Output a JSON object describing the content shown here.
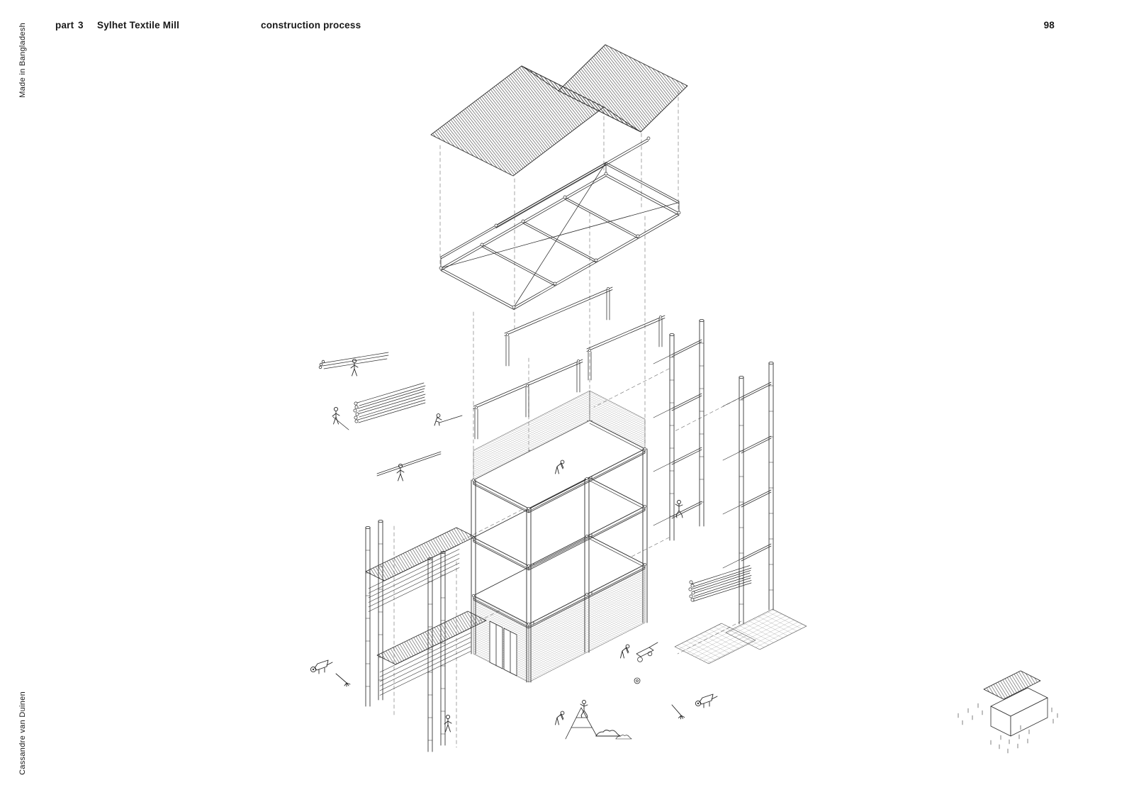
{
  "colors": {
    "paper": "#ffffff",
    "ink": "#222222",
    "hatch": "#3f3f3f",
    "mesh": "#8a8a8a",
    "guide": "#777777"
  },
  "header": {
    "part_label": "part",
    "part_number": "3",
    "project_title": "Sylhet Textile Mill",
    "section_title": "construction process",
    "page_number": "98"
  },
  "margins": {
    "top_left_vertical": "Made in Bangladesh",
    "bottom_left_vertical": "Cassandre van Duinen"
  }
}
